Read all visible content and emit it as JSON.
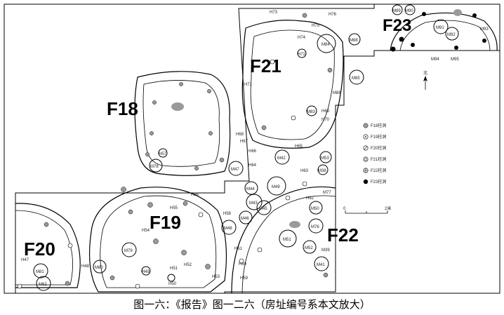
{
  "houses": {
    "F18": "F18",
    "F19": "F19",
    "F20": "F20",
    "F21": "F21",
    "F22": "F22",
    "F23": "F23"
  },
  "tombs": {
    "M78": "M78",
    "M79": "M79",
    "M80": "M80",
    "M81": "M81",
    "M82": "M82",
    "M83": "M83",
    "M84": "M84",
    "M85": "M85",
    "M86": "M86",
    "M88": "M88",
    "M89": "M89",
    "M90": "M90",
    "M91": "M91",
    "M92": "M92",
    "M93": "M93",
    "M94": "M94",
    "M95": "M95",
    "M42": "M42",
    "M43": "M43",
    "M44": "M44",
    "M45": "M45",
    "M46": "M46",
    "M47": "M47",
    "M48": "M48",
    "M49": "M49",
    "M50": "M50",
    "M51": "M51",
    "M52": "M52",
    "M53": "M53",
    "M38": "M38",
    "M39": "M39",
    "M41": "M41",
    "M76": "M76",
    "M77": "M77"
  },
  "pits": {
    "H47": "H47",
    "H48": "H48",
    "H49": "H49",
    "H50": "H50",
    "H51": "H51",
    "H52": "H52",
    "H53": "H53",
    "H54": "H54",
    "H55": "H55",
    "H56": "H56",
    "H57": "H57",
    "H58": "H58",
    "H59": "H59",
    "H60": "H60",
    "H61": "H61",
    "H62": "H62",
    "H63": "H63",
    "H64": "H64",
    "H65": "H65",
    "H66": "H66",
    "H67": "H67",
    "H68": "H68",
    "H69": "H69",
    "H70": "H70",
    "H71": "H71",
    "H72": "H72",
    "H73": "H73",
    "H74": "H74",
    "H75": "H75",
    "H76": "H76"
  },
  "legend": [
    {
      "label": "F18柱洞",
      "fill": "#9a9a9a",
      "mark": "solid"
    },
    {
      "label": "F19柱洞",
      "fill": "#ffffff",
      "mark": "dot"
    },
    {
      "label": "F20柱洞",
      "fill": "#ffffff",
      "mark": "hatch"
    },
    {
      "label": "F21柱洞",
      "fill": "#ffffff",
      "mark": "ring"
    },
    {
      "label": "F22柱洞",
      "fill": "#ffffff",
      "mark": "cross"
    },
    {
      "label": "F23柱洞",
      "fill": "#000000",
      "mark": "solid"
    }
  ],
  "north_label": "北",
  "scale": {
    "zero": "0",
    "end": "2米"
  },
  "caption": "图一六：《报告》图一二六（房址编号系本文放大）",
  "colors": {
    "ink": "#000000",
    "hole_gray": "#9a9a9a"
  }
}
